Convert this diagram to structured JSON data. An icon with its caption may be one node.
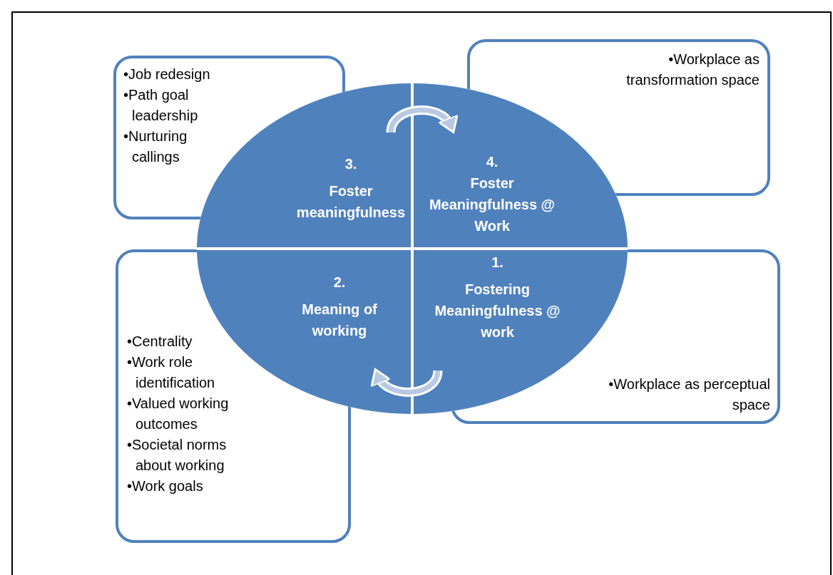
{
  "diagram": {
    "nodes": [
      {
        "text": [
          "•Job redesign",
          "•Path goal leadership",
          "•Nurturing callings"
        ]
      },
      {
        "text": [
          "•Workplace as transformation space"
        ]
      },
      {
        "text": [
          "3.",
          "Foster meaningfulness"
        ]
      },
      {
        "text": [
          "4.",
          "Foster Meaningfulness @ Work"
        ]
      },
      {
        "text": [
          "2.",
          "Meaning of working"
        ]
      },
      {
        "text": [
          "1.",
          "Fostering Meaningfulness @ work"
        ]
      },
      {
        "text": [
          "•Centrality",
          "•Work role identification",
          "•Valued working outcomes",
          "•Societal norms about working",
          "•Work goals"
        ]
      },
      {
        "text": [
          "•Workplace as perceptual space"
        ]
      }
    ],
    "edges": [
      {
        "from": 2,
        "to": 3,
        "arrow": "to"
      },
      {
        "from": 5,
        "to": 4,
        "arrow": "to"
      }
    ]
  }
}
